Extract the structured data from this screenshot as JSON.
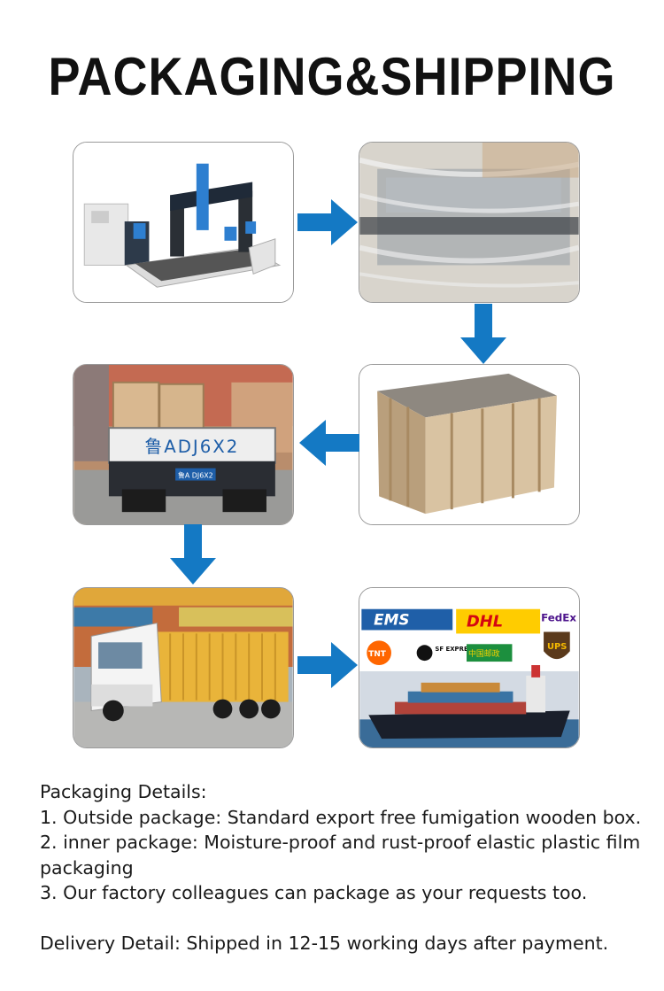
{
  "title": "PACKAGING&SHIPPING",
  "colors": {
    "arrow": "#1479c4",
    "title": "#111111"
  },
  "steps": [
    {
      "icon": "cnc-machine-photo"
    },
    {
      "icon": "plastic-film-wrap-photo"
    },
    {
      "icon": "wooden-crate-photo"
    },
    {
      "icon": "truck-loading-photo",
      "plate_text": "鲁ADJ6X2",
      "small_plate": "鲁A DJ6X2"
    },
    {
      "icon": "container-truck-photo"
    },
    {
      "icon": "couriers-and-ship-photo",
      "logos": [
        "EMS",
        "DHL",
        "FedEx",
        "TNT",
        "SF EXPRESS",
        "中国邮政",
        "UPS"
      ]
    }
  ],
  "details": {
    "packaging_label": "Packaging Details",
    "packaging_colon": ":",
    "items": [
      "1. Outside package: Standard export free fumigation wooden box.",
      "2. inner package: Moisture-proof and rust-proof elastic plastic film packaging",
      "3. Our factory colleagues can package as your requests too."
    ],
    "delivery_label": "Delivery Detail",
    "delivery_text": ": Shipped in 12-15 working days after payment."
  }
}
